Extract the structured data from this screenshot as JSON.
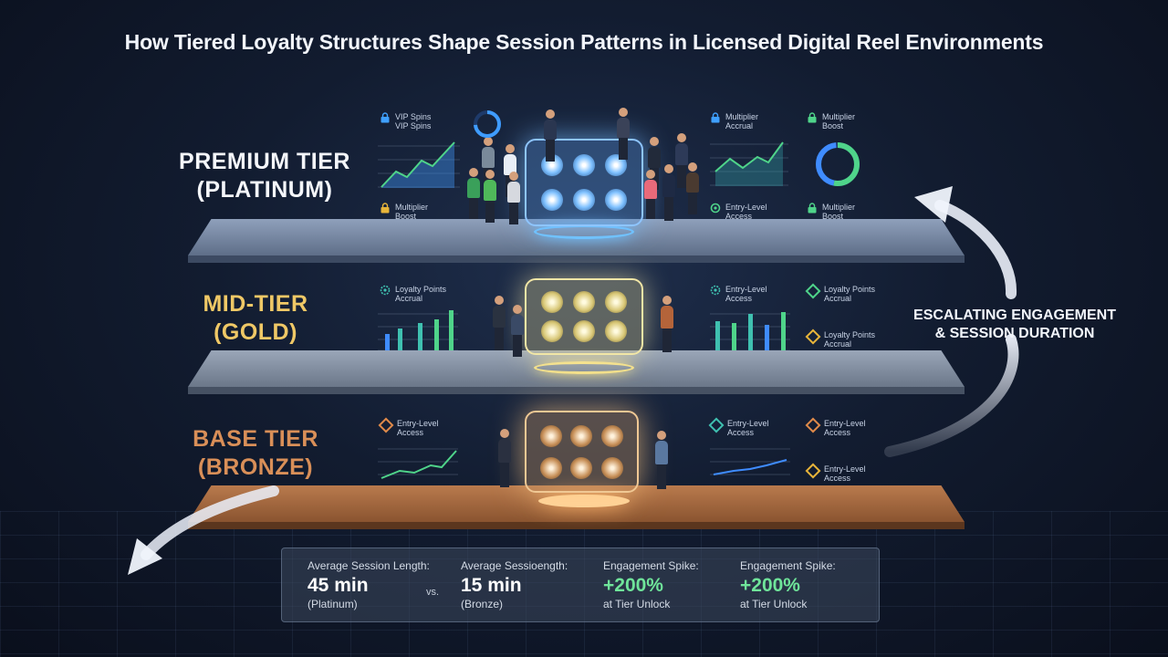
{
  "title": "How Tiered Loyalty Structures Shape Session Patterns in Licensed Digital Reel Environments",
  "tiers": {
    "platinum": {
      "line1": "PREMIUM TIER",
      "line2": "(PLATINUM)",
      "color": "#f4f6fa"
    },
    "gold": {
      "line1": "MID-TIER",
      "line2": "(GOLD)",
      "color": "#efc866"
    },
    "bronze": {
      "line1": "BASE TIER",
      "line2": "(BRONZE)",
      "color": "#d98f58"
    }
  },
  "widgets": {
    "plat_tl": {
      "icon": "lock-icon",
      "l1": "VIP Spins",
      "l2": "VIP Spins"
    },
    "plat_bl": {
      "icon": "lock-icon",
      "l1": "Multiplier",
      "l2": "Boost"
    },
    "plat_tr1": {
      "icon": "lock-icon",
      "l1": "Multiplier",
      "l2": "Accrual"
    },
    "plat_tr2": {
      "icon": "lock-icon",
      "l1": "Multiplier",
      "l2": "Boost"
    },
    "plat_br1": {
      "icon": "diamond-icon",
      "l1": "Entry-Level",
      "l2": "Access"
    },
    "plat_br2": {
      "icon": "lock-icon",
      "l1": "Multiplier",
      "l2": "Boost"
    },
    "gold_l": {
      "icon": "gear-icon",
      "l1": "Loyalty Points",
      "l2": "Accrual"
    },
    "gold_r1": {
      "icon": "gear-icon",
      "l1": "Entry-Level",
      "l2": "Access"
    },
    "gold_r2": {
      "icon": "diamond-icon",
      "l1": "Loyalty Points",
      "l2": "Accrual"
    },
    "gold_r3": {
      "icon": "diamond-icon",
      "l1": "Loyalty Points",
      "l2": "Accrual"
    },
    "bronze_l": {
      "icon": "diamond-icon",
      "l1": "Entry-Level",
      "l2": "Access"
    },
    "bronze_r1": {
      "icon": "diamond-icon",
      "l1": "Entry-Level",
      "l2": "Access"
    },
    "bronze_r2": {
      "icon": "diamond-icon",
      "l1": "Entry-Level",
      "l2": "Access"
    },
    "bronze_r3": {
      "icon": "diamond-icon",
      "l1": "Entry-Level",
      "l2": "Access"
    }
  },
  "arrow_label": {
    "line1": "ESCALATING ENGAGEMENT",
    "line2": "& SESSION DURATION"
  },
  "stats": {
    "s1": {
      "caption": "Average Session Length:",
      "value": "45 min",
      "sub": "(Platinum)"
    },
    "vs": "vs.",
    "s2": {
      "caption": "Average Sessioength:",
      "value": "15 min",
      "sub": "(Bronze)"
    },
    "s3": {
      "caption": "Engagement Spike:",
      "value": "+200%",
      "sub": "at Tier Unlock"
    },
    "s4": {
      "caption": "Engagement Spike:",
      "value": "+200%",
      "sub": "at Tier Unlock"
    }
  },
  "colors": {
    "accent_blue": "#6fc3ff",
    "accent_green": "#6fe49a",
    "gold": "#efc866",
    "bronze": "#d98f58"
  }
}
